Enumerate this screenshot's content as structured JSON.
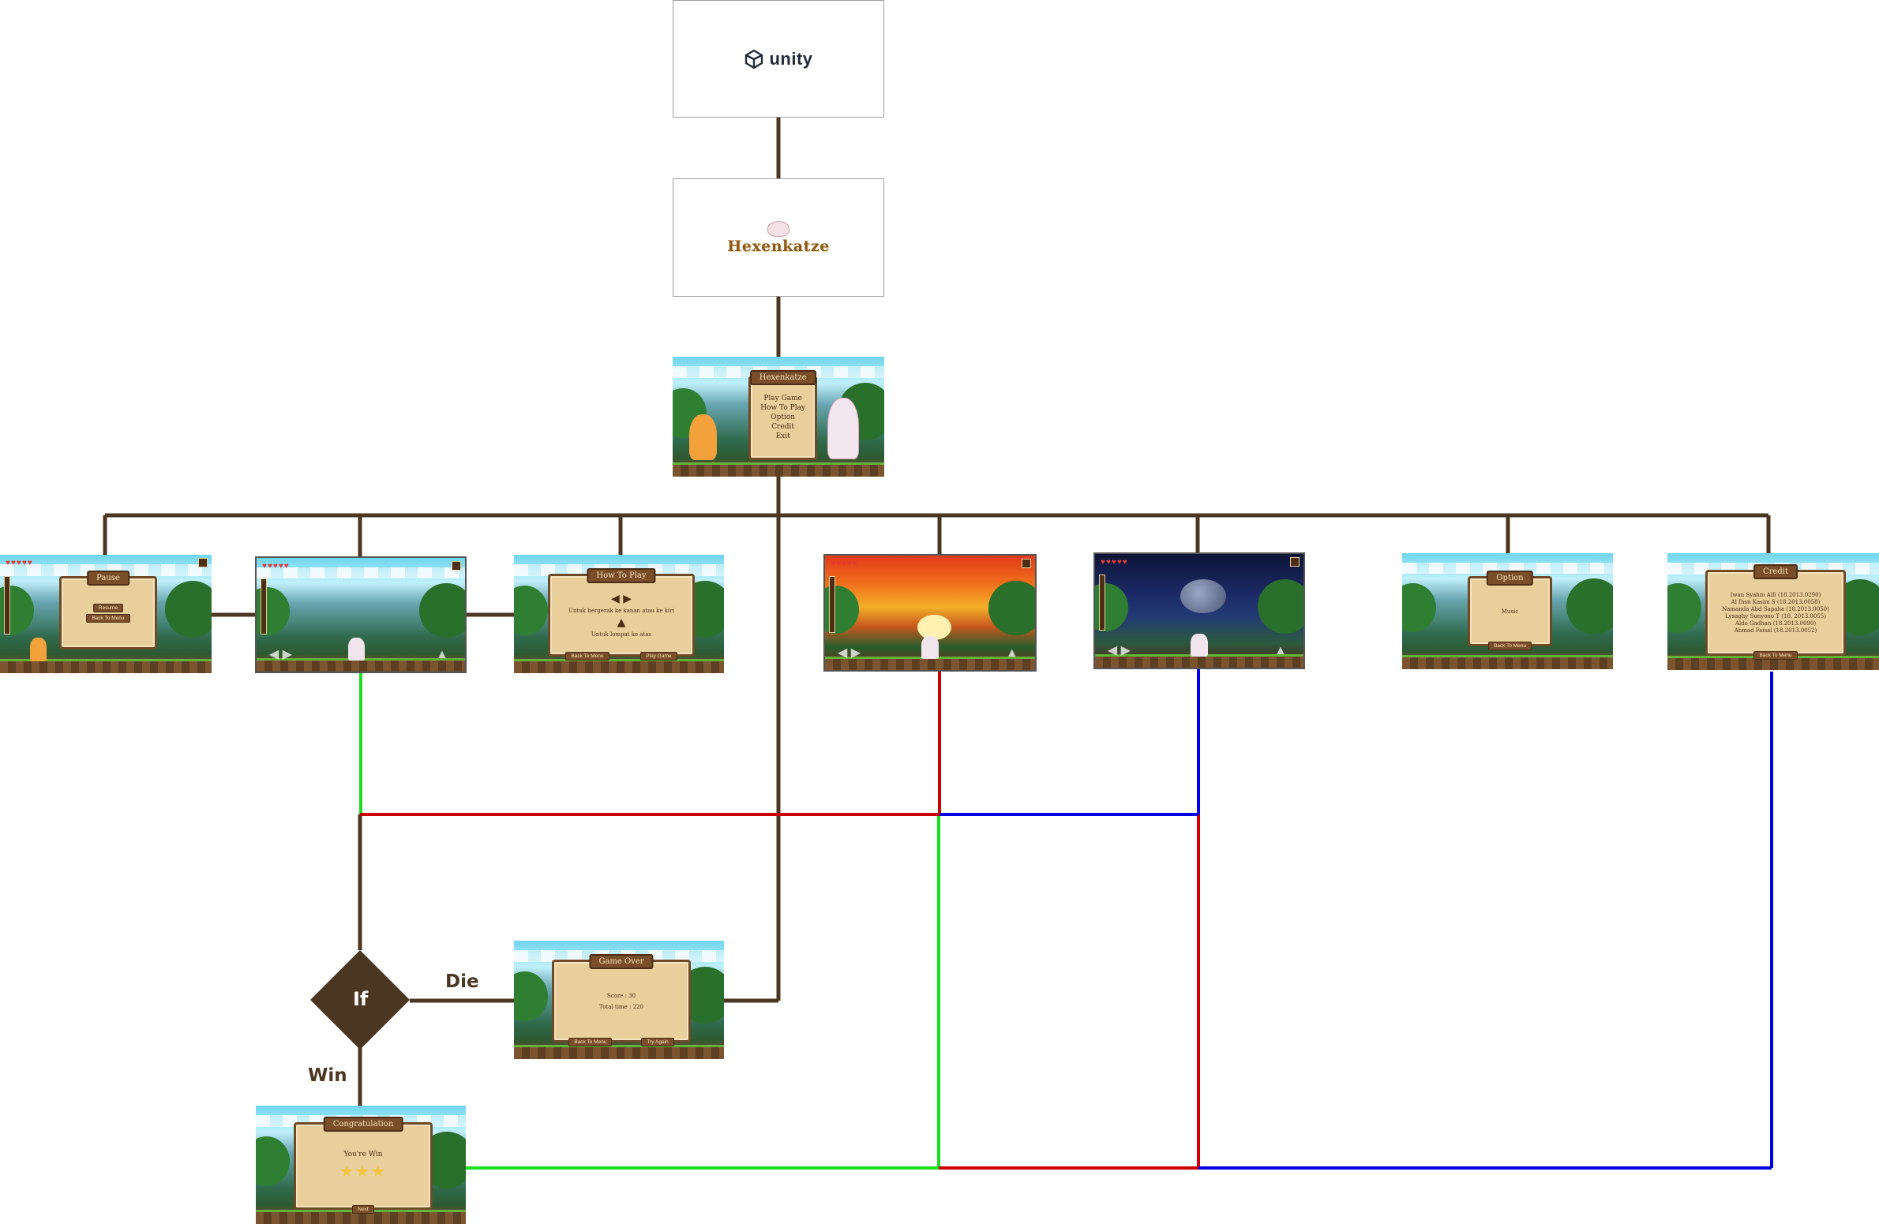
{
  "colors": {
    "line_main": "#4b3621",
    "line_green": "#19e01c",
    "line_red": "#cc0000",
    "line_blue": "#0000e0",
    "decision_fill": "#4b3621"
  },
  "nodes": {
    "unity": {
      "logo_text": "unity",
      "icon": "unity-cube-icon"
    },
    "splash": {
      "logo_text": "Hexenkatze"
    },
    "main_menu": {
      "title": "Hexenkatze",
      "items": [
        "Play Game",
        "How To Play",
        "Option",
        "Credit",
        "Exit"
      ]
    },
    "pause": {
      "title": "Pause",
      "buttons": [
        "Resume",
        "Back To Menu"
      ]
    },
    "level1": {
      "name": "gameplay-day"
    },
    "how_to_play": {
      "title": "How To Play",
      "line1": "Untuk bergerak ke kanan atau ke kiri",
      "line2": "Untuk lompat ke atas",
      "buttons": [
        "Back To Menu",
        "Play Game"
      ]
    },
    "level2": {
      "name": "gameplay-sunset"
    },
    "level3": {
      "name": "gameplay-night"
    },
    "option": {
      "title": "Option",
      "music_label": "Music",
      "button": "Back To Menu"
    },
    "credit": {
      "title": "Credit",
      "lines": [
        "Iwan Syahm Alfi (18.2013.0290)",
        "Al Ihsn Kasim S (18.2013.0058)",
        "Namanda Abd Sapaha (18.2013.0050)",
        "Lysaghy Sunyono T (18. 2013.0055)",
        "Aldo Gadhan (18.2013.0090)",
        "Ahmad Faisal (18.2013.0052)"
      ],
      "button": "Back To Menu"
    },
    "game_over": {
      "title": "Game Over",
      "score": "Score : 30",
      "total_time": "Total time : 220",
      "buttons": [
        "Back To Menu",
        "Try Again"
      ]
    },
    "congrats": {
      "title": "Congratulation",
      "subtitle": "You're Win",
      "button": "Next"
    }
  },
  "decision": {
    "label": "If",
    "die_label": "Die",
    "win_label": "Win"
  }
}
